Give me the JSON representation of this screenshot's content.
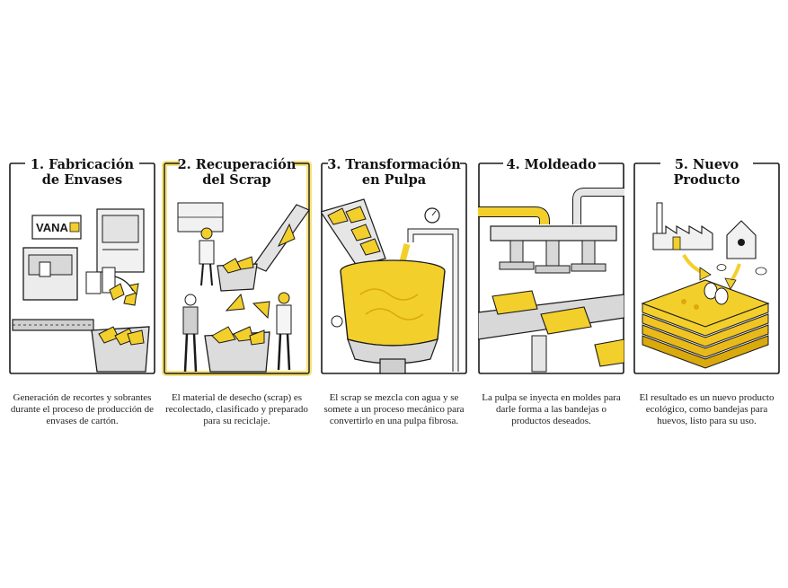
{
  "colors": {
    "accent": "#f3cf2c",
    "accent_dark": "#d9a90d",
    "ink": "#1a1a1a",
    "highlight": "#f7e27a"
  },
  "panels": [
    {
      "title_line1": "1. Fabricación",
      "title_line2": "de Envases",
      "caption": "Generación de recortes y sobrantes durante el proceso de producción de envases de cartón.",
      "brand": "VANA"
    },
    {
      "title_line1": "2. Recuperación",
      "title_line2": "del Scrap",
      "caption": "El material de desecho (scrap) es recolectado, clasificado y preparado para su reciclaje."
    },
    {
      "title_line1": "3. Transformación",
      "title_line2": "en Pulpa",
      "caption": "El scrap se mezcla con agua y se somete a un proceso mecánico para convertirlo en una pulpa fibrosa."
    },
    {
      "title_line1": "4. Moldeado",
      "title_line2": "",
      "caption": "La pulpa se inyecta en moldes para darle forma a las bandejas o productos deseados."
    },
    {
      "title_line1": "5. Nuevo",
      "title_line2": "Producto",
      "caption": "El resultado es un nuevo producto ecológico, como bandejas para huevos, listo para su uso."
    }
  ]
}
